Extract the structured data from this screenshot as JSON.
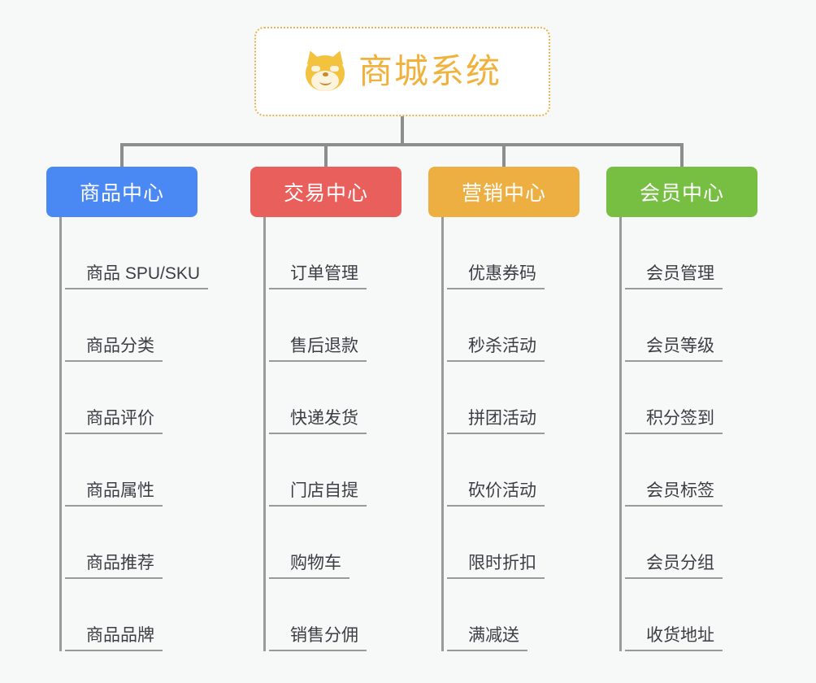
{
  "page": {
    "background_color": "#f7f8f8",
    "type": "mindmap-tree"
  },
  "root": {
    "title": "商城系统",
    "icon": "shiba-dog-face-icon",
    "text_color": "#f0b23c",
    "border_color": "#eeb04a",
    "background_color": "#ffffff"
  },
  "connector": {
    "color": "#8d8d8d"
  },
  "branches": [
    {
      "label": "商品中心",
      "color": "#4a89f3",
      "items": [
        "商品 SPU/SKU",
        "商品分类",
        "商品评价",
        "商品属性",
        "商品推荐",
        "商品品牌"
      ]
    },
    {
      "label": "交易中心",
      "color": "#e85f5c",
      "items": [
        "订单管理",
        "售后退款",
        "快递发货",
        "门店自提",
        "购物车",
        "销售分佣"
      ]
    },
    {
      "label": "营销中心",
      "color": "#eeaf42",
      "items": [
        "优惠券码",
        "秒杀活动",
        "拼团活动",
        "砍价活动",
        "限时折扣",
        "满减送"
      ]
    },
    {
      "label": "会员中心",
      "color": "#76bf43",
      "items": [
        "会员管理",
        "会员等级",
        "积分签到",
        "会员标签",
        "会员分组",
        "收货地址"
      ]
    }
  ]
}
